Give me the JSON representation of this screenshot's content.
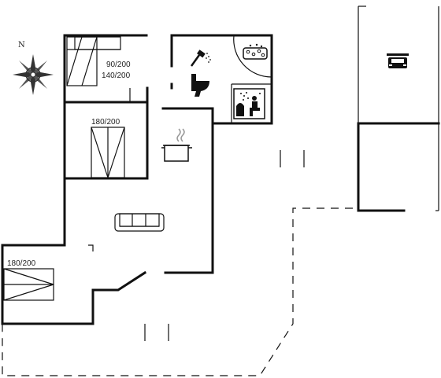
{
  "compass": {
    "north_label": "N",
    "icon": "compass-rose-icon"
  },
  "rooms": {
    "bedroom_top": {
      "bed_label_1": "90/200",
      "bed_label_2": "140/200"
    },
    "bedroom_middle": {
      "bed_label": "180/200"
    },
    "bedroom_left": {
      "bed_label": "180/200"
    }
  },
  "icons": {
    "shower": "shower-icon",
    "toilet": "toilet-icon",
    "spa": "whirlpool-icon",
    "sauna": "sauna-icon",
    "kitchen": "cooking-pot-icon",
    "living": "sofa-icon",
    "carport": "car-icon"
  }
}
